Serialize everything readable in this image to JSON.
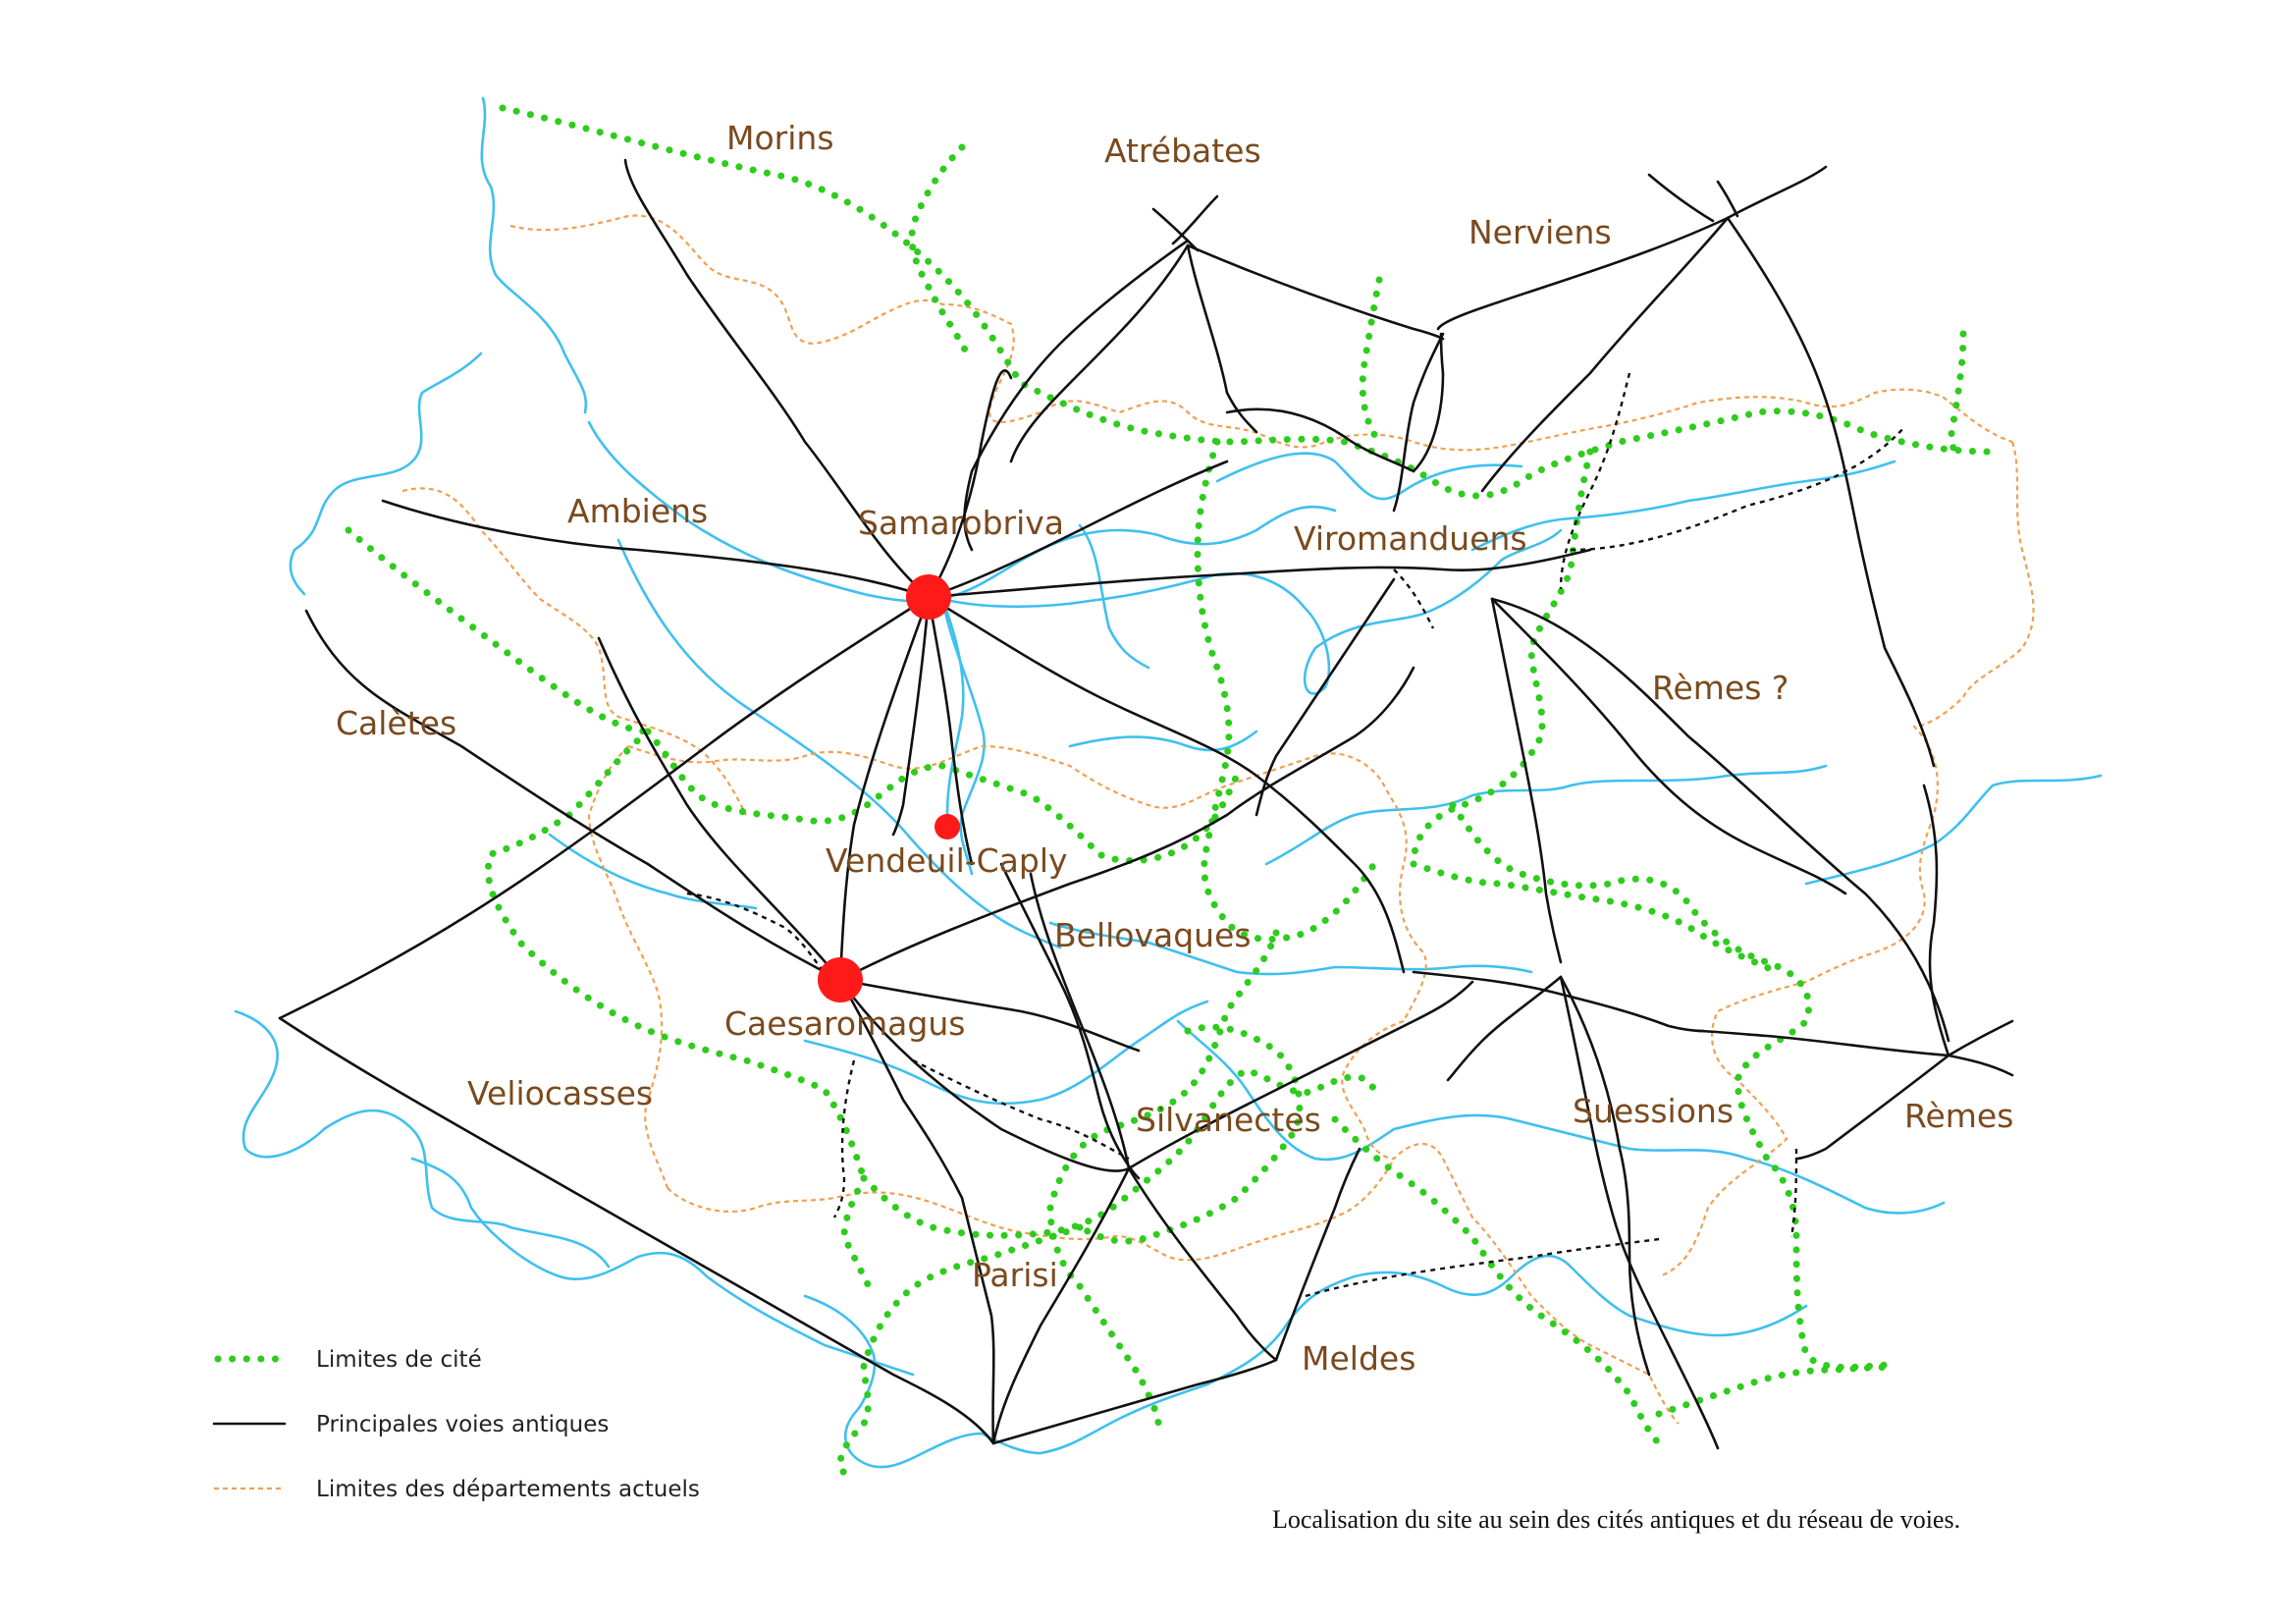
{
  "cities": [
    {
      "id": "morins",
      "name": "Morins"
    },
    {
      "id": "atrebates",
      "name": "Atrébates"
    },
    {
      "id": "nerviens",
      "name": "Nerviens"
    },
    {
      "id": "ambiens",
      "name": "Ambiens"
    },
    {
      "id": "viromanduens",
      "name": "Viromanduens"
    },
    {
      "id": "caletes",
      "name": "Calètes"
    },
    {
      "id": "remes-q",
      "name": "Rèmes ?"
    },
    {
      "id": "bellovaques",
      "name": "Bellovaques"
    },
    {
      "id": "veliocasses",
      "name": "Veliocasses"
    },
    {
      "id": "silvanectes",
      "name": "Silvanectes"
    },
    {
      "id": "suessions",
      "name": "Suessions"
    },
    {
      "id": "remes",
      "name": "Rèmes"
    },
    {
      "id": "parisi",
      "name": "Parisi"
    },
    {
      "id": "meldes",
      "name": "Meldes"
    }
  ],
  "sites": [
    {
      "id": "samarobriva",
      "name": "Samarobriva"
    },
    {
      "id": "vendeuil-caply",
      "name": "Vendeuil-Caply"
    },
    {
      "id": "caesaromagus",
      "name": "Caesaromagus"
    }
  ],
  "legend": {
    "cite_limits": "Limites de cité",
    "roads": "Principales voies antiques",
    "departments": "Limites des départements actuels"
  },
  "caption": "Localisation du site au sein des cités antiques et du réseau de voies.",
  "colors": {
    "river": "#3fc0ee",
    "road": "#111111",
    "cite_limit": "#2ecc1c",
    "department_limit": "#f0a050",
    "site": "#ff1a1a",
    "label": "#7a4a1e"
  }
}
